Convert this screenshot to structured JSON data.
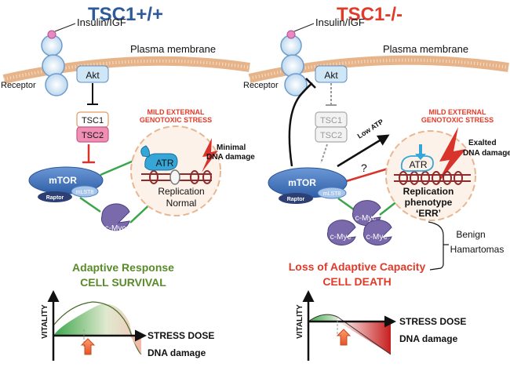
{
  "left_panel": {
    "title": "TSC1+/+",
    "ligand": "Insulin/IGF",
    "membrane": "Plasma membrane",
    "receptor": "Receptor",
    "akt": "Akt",
    "tsc1": "TSC1",
    "tsc2": "TSC2",
    "mtor": "mTOR",
    "mlst8": "mLST8",
    "raptor": "Raptor",
    "cmyc": "c-Myc",
    "atr": "ATR",
    "stress_line1": "MILD EXTERNAL",
    "stress_line2": "GENOTOXIC STRESS",
    "damage_line1": "Minimal",
    "damage_line2": "DNA damage",
    "replication_line1": "Replication",
    "replication_line2": "Normal",
    "response_line1": "Adaptive Response",
    "response_line2": "CELL SURVIVAL",
    "y_label": "VITALITY",
    "x_label_line1": "STRESS DOSE",
    "x_label_line2": "DNA damage"
  },
  "right_panel": {
    "title": "TSC1-/-",
    "ligand": "Insulin/IGF",
    "membrane": "Plasma membrane",
    "receptor": "Receptor",
    "akt": "Akt",
    "tsc1": "TSC1",
    "tsc2": "TSC2",
    "low_atp": "Low ATP",
    "question": "?",
    "mtor": "mTOR",
    "mlst8": "mLST8",
    "raptor": "Raptor",
    "cmyc": "c-Myc",
    "atr": "ATR",
    "stress_line1": "MILD EXTERNAL",
    "stress_line2": "GENOTOXIC STRESS",
    "damage_line1": "Exalted",
    "damage_line2": "DNA damage",
    "replication_line1": "Replication",
    "replication_line2": "phenotype",
    "replication_line3": "‘ERR’",
    "benign_line1": "Benign",
    "benign_line2": "Hamartomas",
    "response_line1": "Loss of Adaptive Capacity",
    "response_line2": "CELL DEATH",
    "y_label": "VITALITY",
    "x_label_line1": "STRESS DOSE",
    "x_label_line2": "DNA damage"
  },
  "colors": {
    "title_blue": "#2e5a9c",
    "title_red": "#e03b2a",
    "adaptive_green": "#5a8a2a",
    "death_red": "#e03b2a",
    "akt_blue": "#cfe6f7",
    "mtor_blue": "#4f7fc4",
    "raptor_navy": "#2d3f73",
    "cmyc_purple": "#7a6aab",
    "tsc_pink": "#f08eb4",
    "atr_cyan": "#36a6d8",
    "green_line": "#3aa64a",
    "inhibit_red": "#d9342b",
    "membrane_orange": "#e7b48a"
  }
}
